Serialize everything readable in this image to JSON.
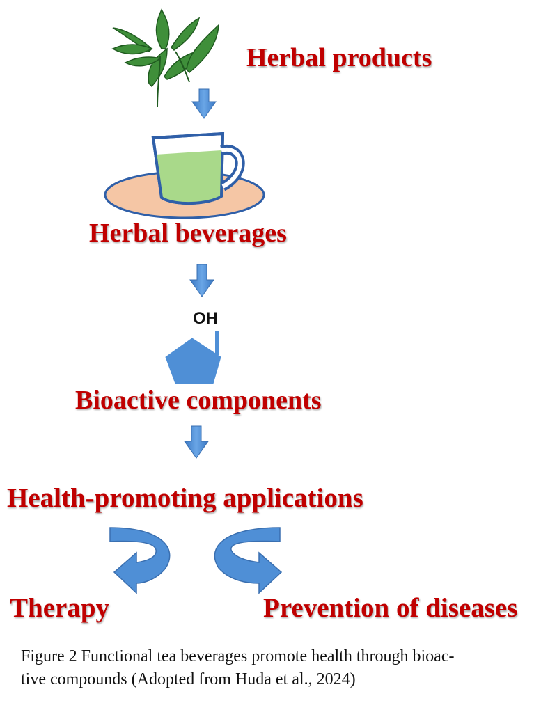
{
  "diagram": {
    "steps": {
      "herbal_products": "Herbal products",
      "herbal_beverages": "Herbal beverages",
      "bioactive_components": "Bioactive components",
      "health_applications": "Health-promoting applications"
    },
    "outcomes": {
      "therapy": "Therapy",
      "prevention": "Prevention of diseases"
    },
    "molecule_label": "OH",
    "colors": {
      "label_red": "#c00000",
      "arrow_blue": "#4f8fd6",
      "leaf_green": "#3f8f3a",
      "tea_green": "#a9d98a",
      "saucer_peach": "#f5c6a5",
      "cup_outline": "#2f5fa8",
      "pentagon_blue": "#4f8fd6"
    },
    "icons": [
      "leaves-icon",
      "tea-cup-icon",
      "pentagon-molecule-icon",
      "down-arrow-icon",
      "curved-arrow-left-icon",
      "curved-arrow-right-icon"
    ]
  },
  "caption": {
    "line1": "Figure 2 Functional tea beverages promote health through bioac-",
    "line2": "tive compounds (Adopted from Huda et al., 2024)"
  }
}
